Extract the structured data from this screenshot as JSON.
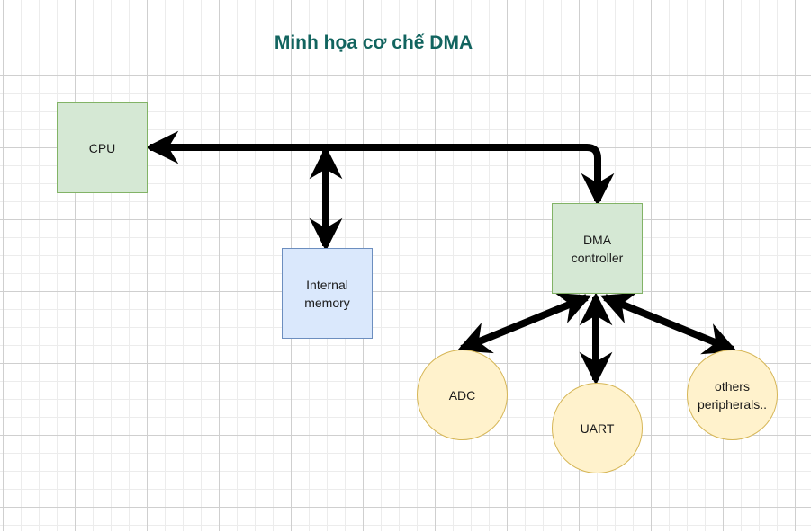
{
  "title": "Minh họa cơ chế DMA",
  "nodes": {
    "cpu": {
      "label": "CPU"
    },
    "memory": {
      "label": "Internal\nmemory"
    },
    "dma": {
      "label": "DMA\ncontroller"
    },
    "adc": {
      "label": "ADC"
    },
    "uart": {
      "label": "UART"
    },
    "others": {
      "label": "others\nperipherals.."
    }
  },
  "colors": {
    "title": "#12645f",
    "green_fill": "#d5e8d4",
    "green_stroke": "#82b366",
    "blue_fill": "#dae8fc",
    "blue_stroke": "#6c8ebf",
    "yellow_fill": "#fff2cc",
    "yellow_stroke": "#d6b656",
    "edge": "#000000"
  }
}
